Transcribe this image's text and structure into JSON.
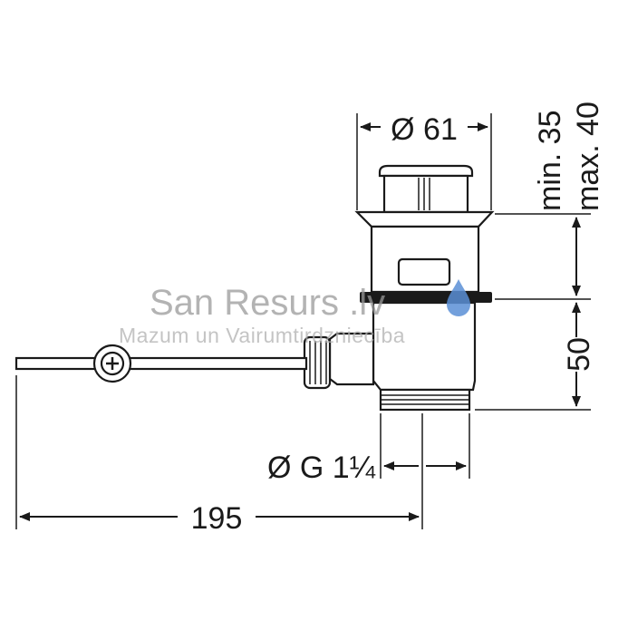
{
  "dimensions": {
    "diameter_top": "Ø 61",
    "height_min": "min. 35",
    "height_max": "max. 40",
    "height_body": "50",
    "thread": "Ø G 1¼",
    "length": "195"
  },
  "watermark": {
    "title": "San Resurs .lv",
    "subtitle": "Mazum un Vairumtirdzniecība"
  },
  "colors": {
    "line": "#1a1a1a",
    "watermark_drop": "#5b8fd6"
  }
}
